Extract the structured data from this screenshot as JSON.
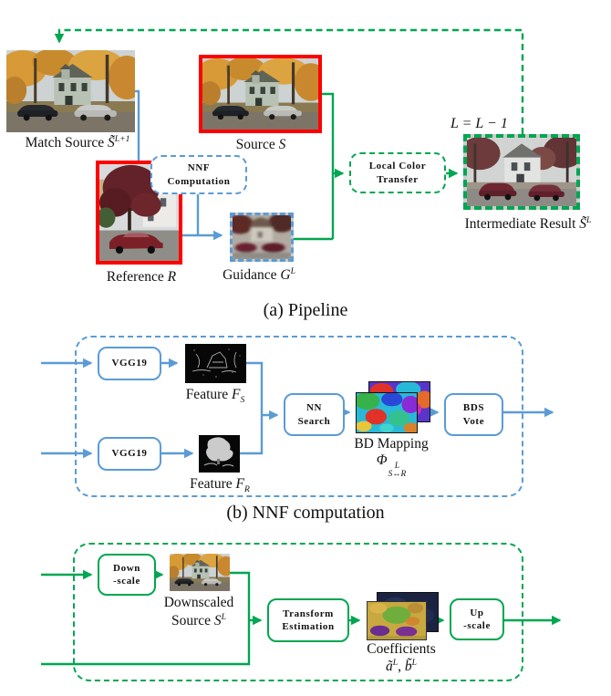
{
  "colors": {
    "blue": "#5b9bd5",
    "green": "#00a651",
    "red": "#ff0000",
    "ink": "#111111"
  },
  "section_a": {
    "caption": "(a) Pipeline",
    "loop_label": "L = L − 1",
    "match_source_label": {
      "prefix": "Match Source ",
      "var": "S̃",
      "sup": "L+1"
    },
    "source_label": {
      "prefix": "Source ",
      "var": "S"
    },
    "reference_label": {
      "prefix": "Reference ",
      "var": "R"
    },
    "guidance_label": {
      "prefix": "Guidance ",
      "var": "G",
      "sup": "L"
    },
    "intermediate_label": {
      "prefix": "Intermediate Result ",
      "var": "S̃",
      "sup": "L"
    },
    "nnf_box": {
      "line1": "NNF",
      "line2": "Computation"
    },
    "lct_box": {
      "line1": "Local Color",
      "line2": "Transfer"
    }
  },
  "section_b": {
    "caption": "(b) NNF computation",
    "vgg_top_label": "VGG19",
    "vgg_bottom_label": "VGG19",
    "feature_s_label": {
      "prefix": "Feature ",
      "var": "F",
      "sub": "S"
    },
    "feature_r_label": {
      "prefix": "Feature ",
      "var": "F",
      "sub": "R"
    },
    "nn_box": {
      "line1": "NN",
      "line2": "Search"
    },
    "bds_box": {
      "line1": "BDS",
      "line2": "Vote"
    },
    "bd_mapping_label": {
      "line1": "BD Mapping",
      "var": "Φ",
      "sup": "L",
      "sub": "S↔R"
    }
  },
  "section_c": {
    "down_box": {
      "line1": "Down",
      "line2": "-scale"
    },
    "downscaled_label": {
      "line1": "Downscaled",
      "prefix": "Source ",
      "var": "S",
      "sup": "L"
    },
    "transform_box": {
      "line1": "Transform",
      "line2": "Estimation"
    },
    "coefficients_label": {
      "line1": "Coefficients",
      "var1": "ã",
      "sup1": "L",
      "sep": ", ",
      "var2": "b̃",
      "sup2": "L"
    },
    "up_box": {
      "line1": "Up",
      "line2": "-scale"
    }
  }
}
